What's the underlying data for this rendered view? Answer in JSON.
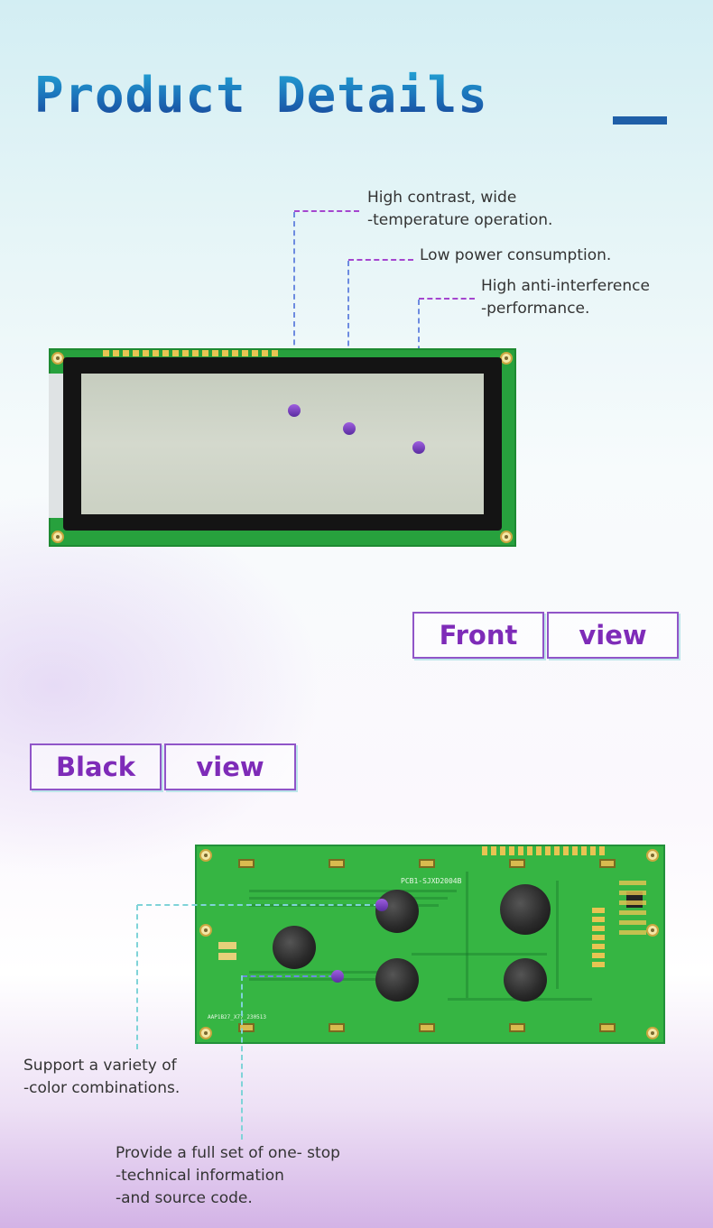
{
  "title": "Product Details",
  "front_notes": [
    {
      "line1": "High contrast, wide",
      "line2": "-temperature operation."
    },
    {
      "line1": "Low power consumption.",
      "line2": ""
    },
    {
      "line1": "High anti-interference",
      "line2": "-performance."
    }
  ],
  "front_label": {
    "word1": "Front",
    "word2": "view"
  },
  "back_label": {
    "word1": "Black",
    "word2": "view"
  },
  "back_pcb_text": {
    "model": "PCB1-SJXD2004B",
    "code": "AAP1B27_X77_230513"
  },
  "back_notes": [
    {
      "line1": "Support a variety of",
      "line2": "-color combinations.",
      "line3": ""
    },
    {
      "line1": "Provide a full set of one- stop",
      "line2": "-technical information",
      "line3": "-and source code."
    }
  ],
  "colors": {
    "title": "#1a6fb5",
    "accent": "#7e2bb8",
    "pcb": "#27a13d",
    "dash_purple": "#a546cf",
    "dash_teal": "#7fd3d8"
  }
}
